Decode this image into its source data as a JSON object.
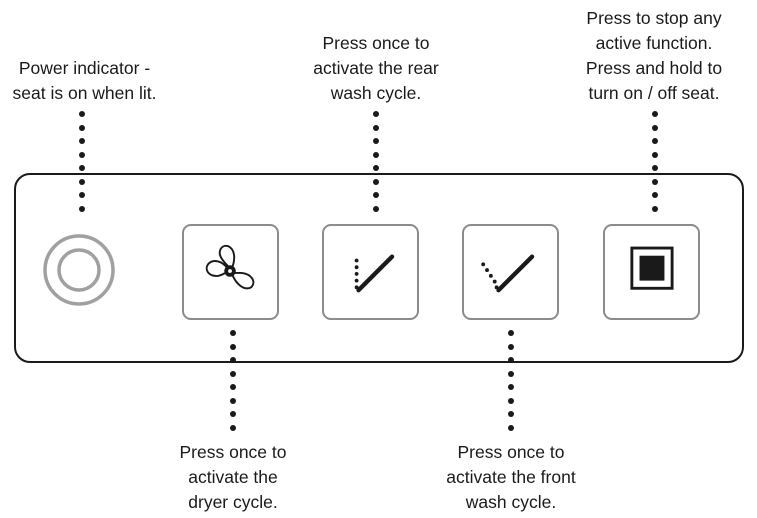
{
  "callouts": {
    "power": [
      "Power indicator -",
      "seat is on when lit."
    ],
    "rear": [
      "Press once to",
      "activate the rear",
      "wash cycle."
    ],
    "stop": [
      "Press to stop any",
      "active function.",
      "Press and hold to",
      "turn on / off seat."
    ],
    "dryer": [
      "Press once to",
      "activate the",
      "dryer cycle."
    ],
    "front": [
      "Press once to",
      "activate the front",
      "wash cycle."
    ]
  },
  "icons": {
    "power": "power-indicator-icon",
    "dryer": "fan-icon",
    "rear": "rear-wash-wand-icon",
    "front": "front-wash-wand-icon",
    "stop": "stop-square-icon"
  },
  "colors": {
    "line": "#1a1a1a",
    "button_border": "#8c8c8c",
    "power_ring": "#a0a0a0"
  }
}
